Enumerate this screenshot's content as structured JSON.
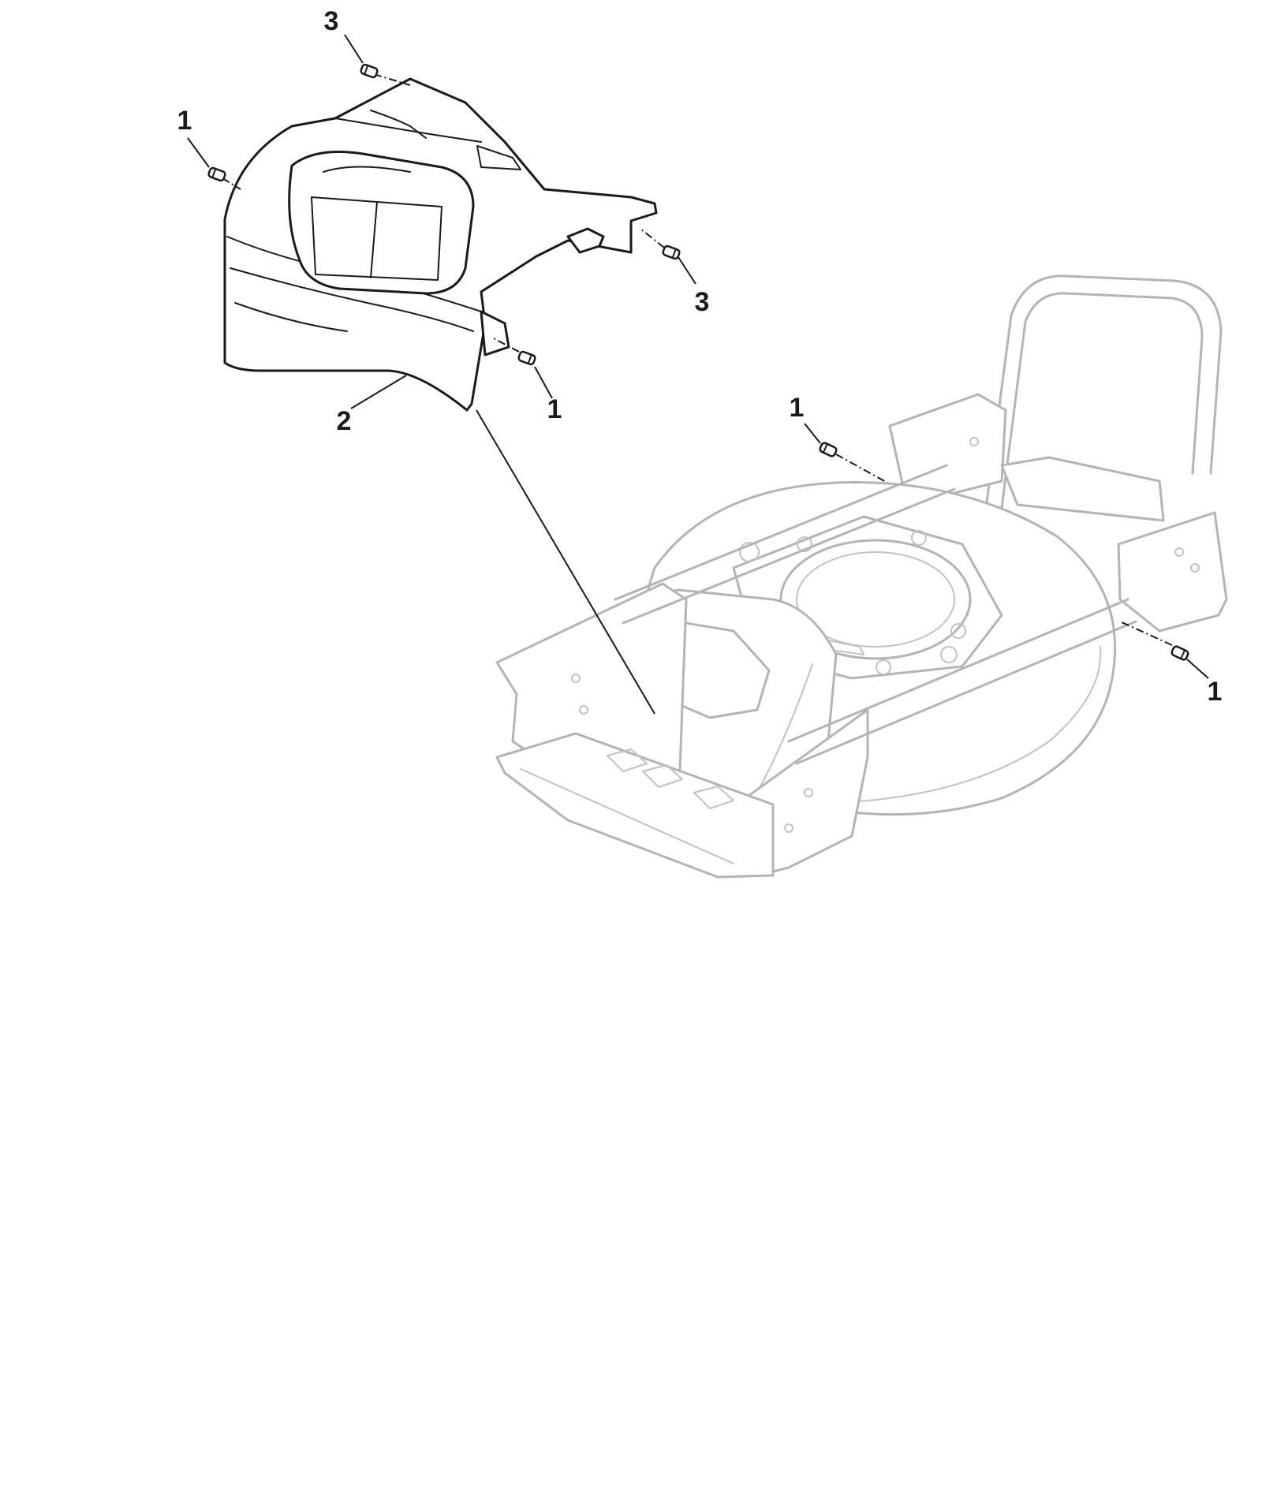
{
  "callouts": [
    {
      "id": "c3-top",
      "label": "3"
    },
    {
      "id": "c1-left",
      "label": "1"
    },
    {
      "id": "c3-right",
      "label": "3"
    },
    {
      "id": "c1-mid",
      "label": "1"
    },
    {
      "id": "c2",
      "label": "2"
    },
    {
      "id": "c1-deck-top",
      "label": "1"
    },
    {
      "id": "c1-deck-right",
      "label": "1"
    }
  ],
  "colors": {
    "part_line": "#1a1a1a",
    "ghost_line": "#b4b4b4",
    "background": "#ffffff"
  }
}
